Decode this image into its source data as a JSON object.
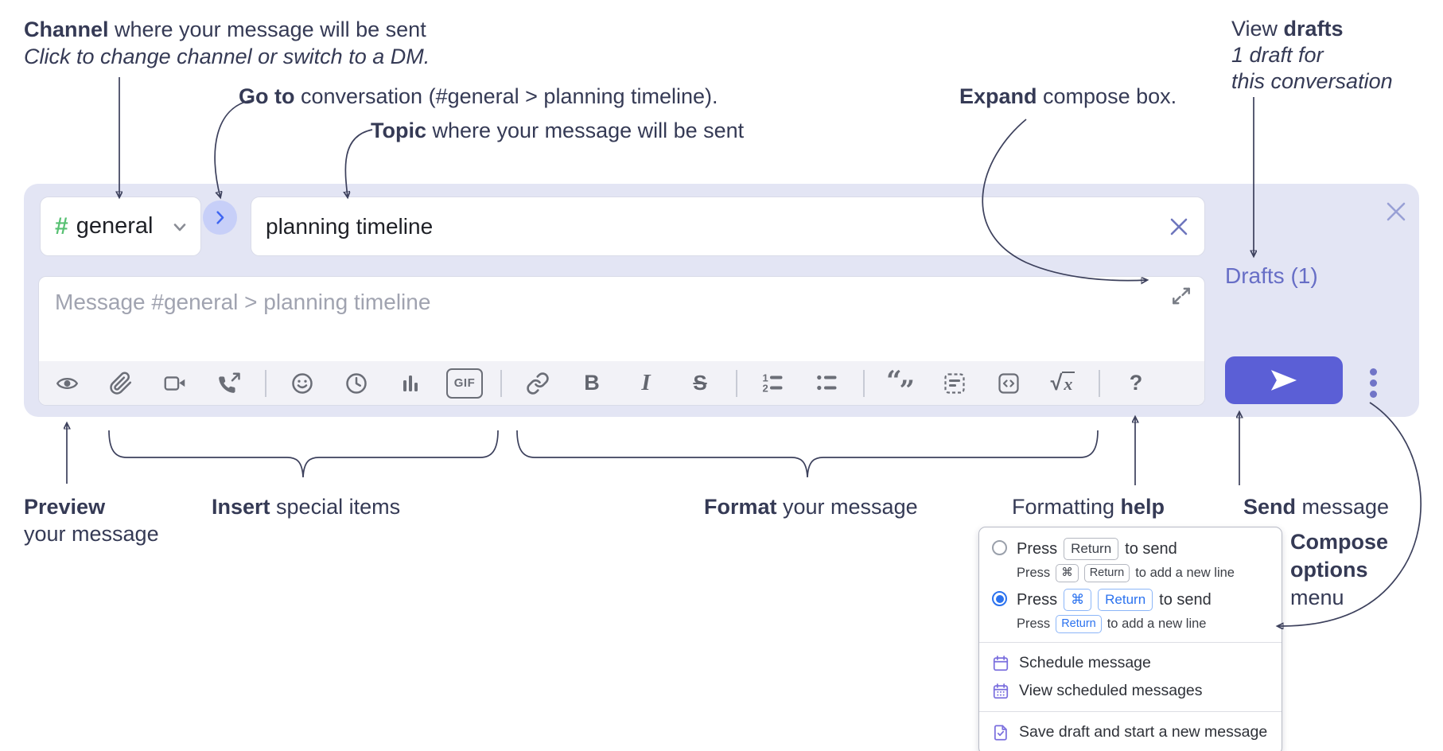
{
  "annotations": {
    "channel": {
      "bold": "Channel",
      "rest": " where your message will be sent",
      "line2": "Click to change channel or switch to a DM."
    },
    "go_to": {
      "bold": "Go to",
      "rest": " conversation (#general > planning timeline)."
    },
    "topic": {
      "bold": "Topic",
      "rest": " where your message will be sent"
    },
    "expand": {
      "bold": "Expand",
      "rest": " compose box."
    },
    "view_drafts": {
      "pre": "View ",
      "bold": "drafts",
      "line2": "1 draft for",
      "line3": "this conversation"
    },
    "preview": {
      "bold": "Preview",
      "line2": "your message"
    },
    "insert": {
      "bold": "Insert",
      "rest": " special items"
    },
    "format": {
      "bold": "Format",
      "rest": " your message"
    },
    "formatting_help": {
      "pre": "Formatting ",
      "bold": "help"
    },
    "send": {
      "bold": "Send",
      "rest": " message"
    },
    "compose_options": {
      "line1": "Compose",
      "line2": "options",
      "line3": "menu"
    }
  },
  "compose": {
    "channel_hash": "#",
    "channel_name": "general",
    "topic_value": "planning timeline",
    "message_placeholder": "Message #general > planning timeline",
    "drafts_label": "Drafts (1)",
    "toolbar_labels": {
      "gif": "GIF",
      "bold": "B",
      "italic": "I",
      "strike": "S",
      "ol1": "1",
      "ol2": "2",
      "quote_open": "“",
      "quote_close": "”",
      "math_root": "√",
      "math_var": "x",
      "help": "?"
    }
  },
  "options_menu": {
    "option_return": {
      "press": "Press",
      "key": "Return",
      "suffix": "to send",
      "sub_press": "Press",
      "sub_key1": "⌘",
      "sub_key2": "Return",
      "sub_suffix": "to add a new line"
    },
    "option_cmd_return": {
      "press": "Press",
      "key1": "⌘",
      "key2": "Return",
      "suffix": "to send",
      "sub_press": "Press",
      "sub_key": "Return",
      "sub_suffix": "to add a new line"
    },
    "schedule_label": "Schedule message",
    "view_scheduled_label": "View scheduled messages",
    "save_draft_label": "Save draft and start a new message"
  },
  "colors": {
    "compose_background": "#e3e5f4",
    "send_button": "#5b5fd6",
    "drafts_link": "#676ec6",
    "channel_hash_green": "#58c173",
    "circle_button_chevron": "#3f66f2",
    "keycap_blue": "#2b72ef",
    "menu_icon_purple": "#7b6fde",
    "toolbar_icon_gray": "#6b6e77",
    "annotation_ink": "#353a55"
  }
}
